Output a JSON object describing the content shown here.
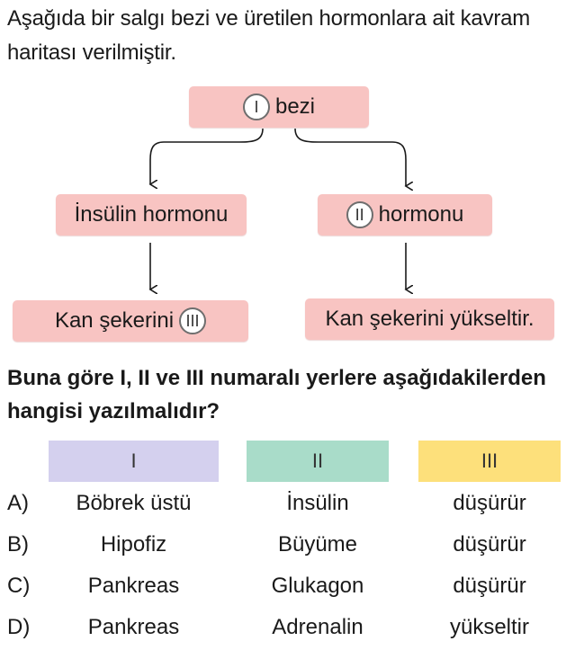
{
  "intro_text": "Aşağıda bir salgı bezi ve üretilen hormonlara ait kavram haritası verilmiştir.",
  "concept_map": {
    "top_box": {
      "marker": "I",
      "text": "bezi"
    },
    "left_mid_box": {
      "text": "İnsülin hormonu"
    },
    "right_mid_box": {
      "marker": "II",
      "text": "hormonu"
    },
    "left_bottom_box": {
      "text": "Kan şekerini",
      "marker": "III"
    },
    "right_bottom_box": {
      "text": "Kan şekerini yükseltir."
    },
    "colors": {
      "box_fill": "#f8c4c2",
      "arrow": "#1a1a1a"
    }
  },
  "question": "Buna göre I, II ve III numaralı yerlere aşağıdakilerden hangisi yazılmalıdır?",
  "table": {
    "headers": [
      {
        "label": "I",
        "color": "#d4d0ee"
      },
      {
        "label": "II",
        "color": "#a9dcc9"
      },
      {
        "label": "III",
        "color": "#fde07b"
      }
    ],
    "options": [
      {
        "letter": "A)",
        "values": [
          "Böbrek üstü",
          "İnsülin",
          "düşürür"
        ]
      },
      {
        "letter": "B)",
        "values": [
          "Hipofiz",
          "Büyüme",
          "düşürür"
        ]
      },
      {
        "letter": "C)",
        "values": [
          "Pankreas",
          "Glukagon",
          "düşürür"
        ]
      },
      {
        "letter": "D)",
        "values": [
          "Pankreas",
          "Adrenalin",
          "yükseltir"
        ]
      }
    ]
  }
}
